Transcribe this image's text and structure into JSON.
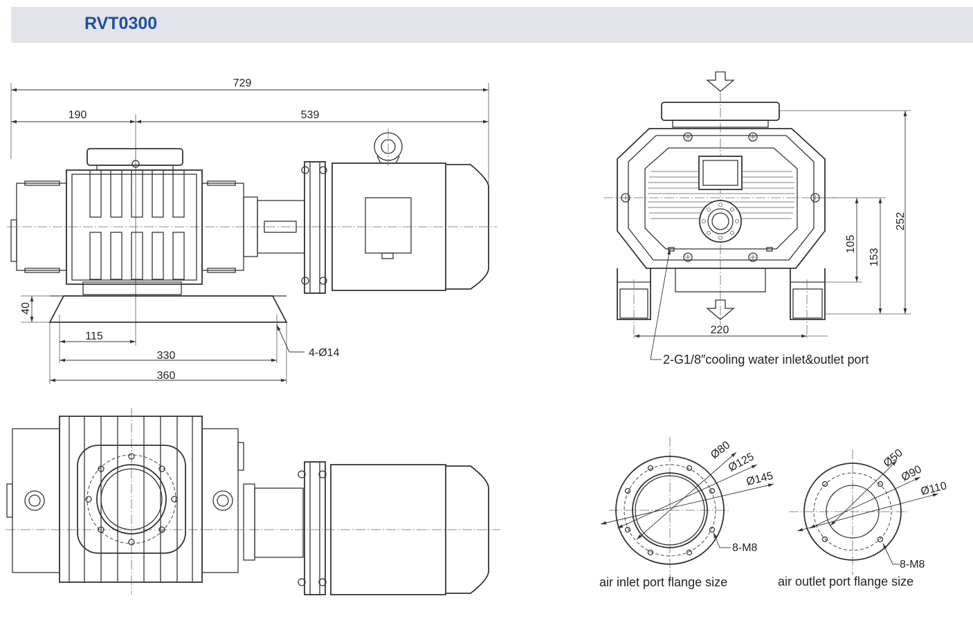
{
  "header": {
    "model": "RVT0300"
  },
  "side_view": {
    "dims": {
      "overall_length": "729",
      "rotor_length": "190",
      "motor_length": "539",
      "base_height": "40",
      "foot_offset": "115",
      "foot_spacing": "330",
      "base_length": "360",
      "mount_holes": "4-Ø14"
    }
  },
  "front_view": {
    "dims": {
      "total_height": "252",
      "center_height": "153",
      "port_center": "105",
      "foot_spacing": "220"
    },
    "note": "2-G1/8″cooling water inlet&outlet port"
  },
  "inlet_flange": {
    "dims": {
      "d1": "Ø80",
      "d2": "Ø125",
      "d3": "Ø145",
      "bolts": "8-M8"
    },
    "caption": "air inlet port flange size"
  },
  "outlet_flange": {
    "dims": {
      "d1": "Ø50",
      "d2": "Ø90",
      "d3": "Ø110",
      "bolts": "8-M8"
    },
    "caption": "air outlet port flange size"
  },
  "colors": {
    "header_bg": "#e3e4ea",
    "title": "#1f4f9c",
    "line": "#333333"
  }
}
